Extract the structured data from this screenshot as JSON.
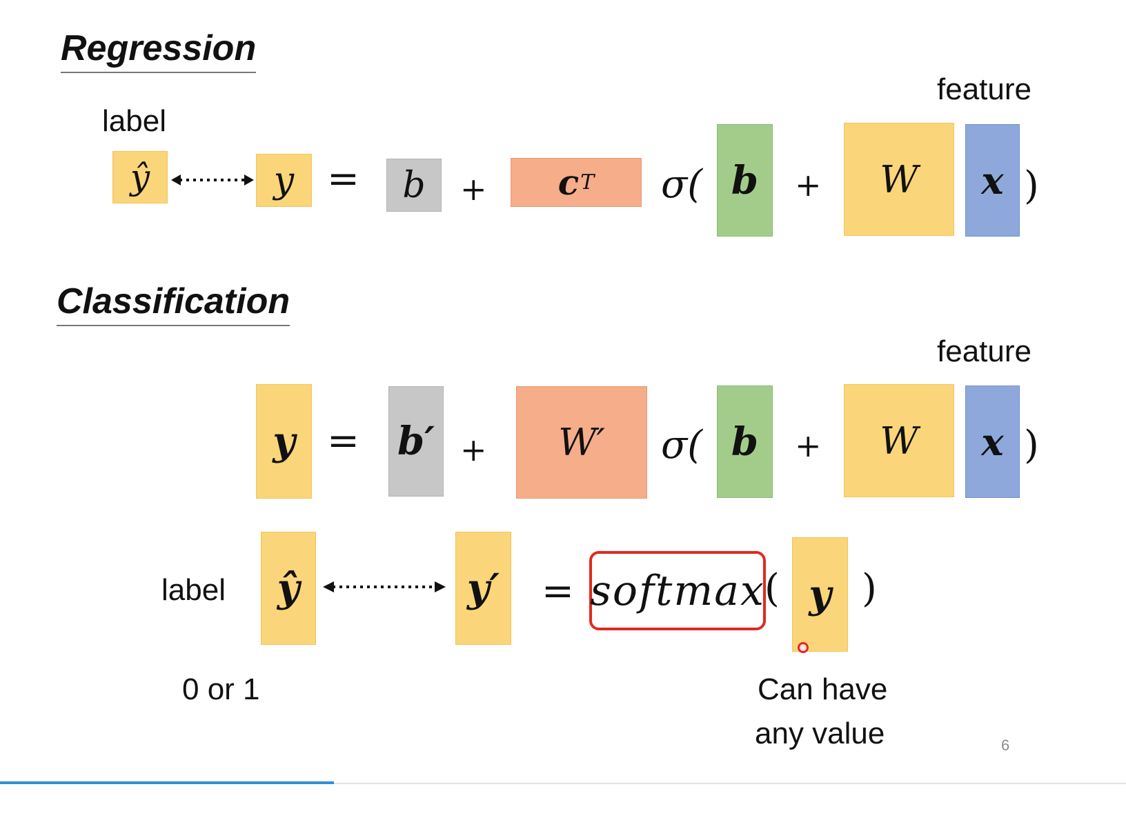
{
  "regression": {
    "heading": "Regression",
    "label_text": "label",
    "feature_text": "feature",
    "y_hat": "ŷ",
    "y": "y",
    "equals": "=",
    "b": "b",
    "plus1": "+",
    "cT_base": "c",
    "cT_sup": "T",
    "sigma_open": "σ(",
    "b_bold": "b",
    "plus2": "+",
    "W": "W",
    "x": "x",
    "close_paren": ")"
  },
  "classification": {
    "heading": "Classification",
    "feature_text": "feature",
    "y": "y",
    "equals": "=",
    "b_prime": "b′",
    "plus1": "+",
    "W_prime": "W′",
    "sigma_open": "σ(",
    "b_bold": "b",
    "plus2": "+",
    "W": "W",
    "x": "x",
    "close_paren": ")",
    "label_text": "label",
    "y_hat": "ŷ",
    "y_prime": "y′",
    "equals2": "=",
    "softmax": "softmax",
    "open_paren": "(",
    "y_inner": "y",
    "close_paren2": ")",
    "zero_or_one": "0 or 1",
    "note_line1": "Can have",
    "note_line2": "any value"
  },
  "slide": {
    "page_number": "6"
  },
  "colors": {
    "yellow": "#fad57a",
    "grey": "#c7c7c7",
    "salmon": "#f5ad8a",
    "green": "#a3cc8a",
    "blue": "#8ea8dc",
    "highlight_red": "#e02a1f",
    "progress_blue": "#2e8fd6"
  }
}
